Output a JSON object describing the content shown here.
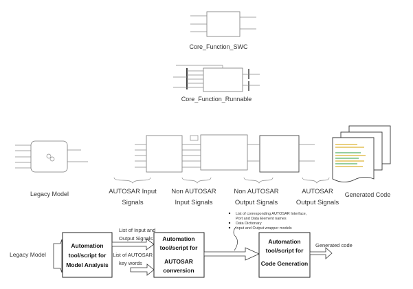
{
  "top": {
    "swc_label": "Core_Function_SWC",
    "runnable_label": "Core_Function_Runnable"
  },
  "middle": {
    "legacy_label": "Legacy Model",
    "signal_groups": [
      {
        "line1": "AUTOSAR Input",
        "line2": "Signals"
      },
      {
        "line1": "Non AUTOSAR",
        "line2": "Input Signals"
      },
      {
        "line1": "Non AUTOSAR",
        "line2": "Output Signals"
      },
      {
        "line1": "AUTOSAR",
        "line2": "Output Signals"
      }
    ],
    "generated_code_label": "Generated Code"
  },
  "flow": {
    "input_label": "Legacy Model",
    "box1": [
      "Automation",
      "tool/script for",
      "Model Analysis"
    ],
    "box2": [
      "Automation",
      "tool/script for",
      "AUTOSAR",
      "conversion"
    ],
    "box3": [
      "Automation",
      "tool/script for",
      "Code Generation"
    ],
    "arrow1_label": [
      "List of Input and",
      "Output Signals"
    ],
    "arrow2_label": [
      "List of AUTOSAR",
      "key words"
    ],
    "bullets": [
      "List of corresponding  AUTOSAR Interface,",
      "Port and Data Element names",
      "Data Dictionary",
      "Input and Output wrapper models"
    ],
    "output_label": "Generated code"
  }
}
